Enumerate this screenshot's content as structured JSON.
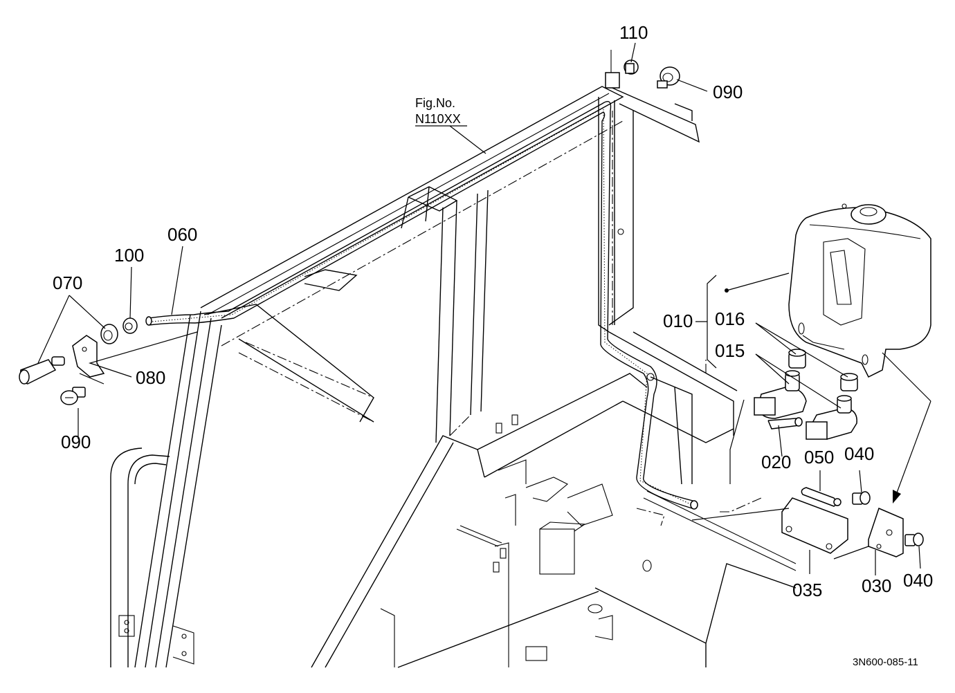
{
  "figure_ref": {
    "line1": "Fig.No.",
    "line2": "N110XX"
  },
  "drawing_number": "3N600-085-11",
  "callouts": {
    "c010": "010",
    "c015": "015",
    "c016": "016",
    "c020": "020",
    "c030": "030",
    "c035": "035",
    "c040a": "040",
    "c040b": "040",
    "c050": "050",
    "c060": "060",
    "c070": "070",
    "c080": "080",
    "c090a": "090",
    "c090b": "090",
    "c100": "100",
    "c110": "110"
  }
}
